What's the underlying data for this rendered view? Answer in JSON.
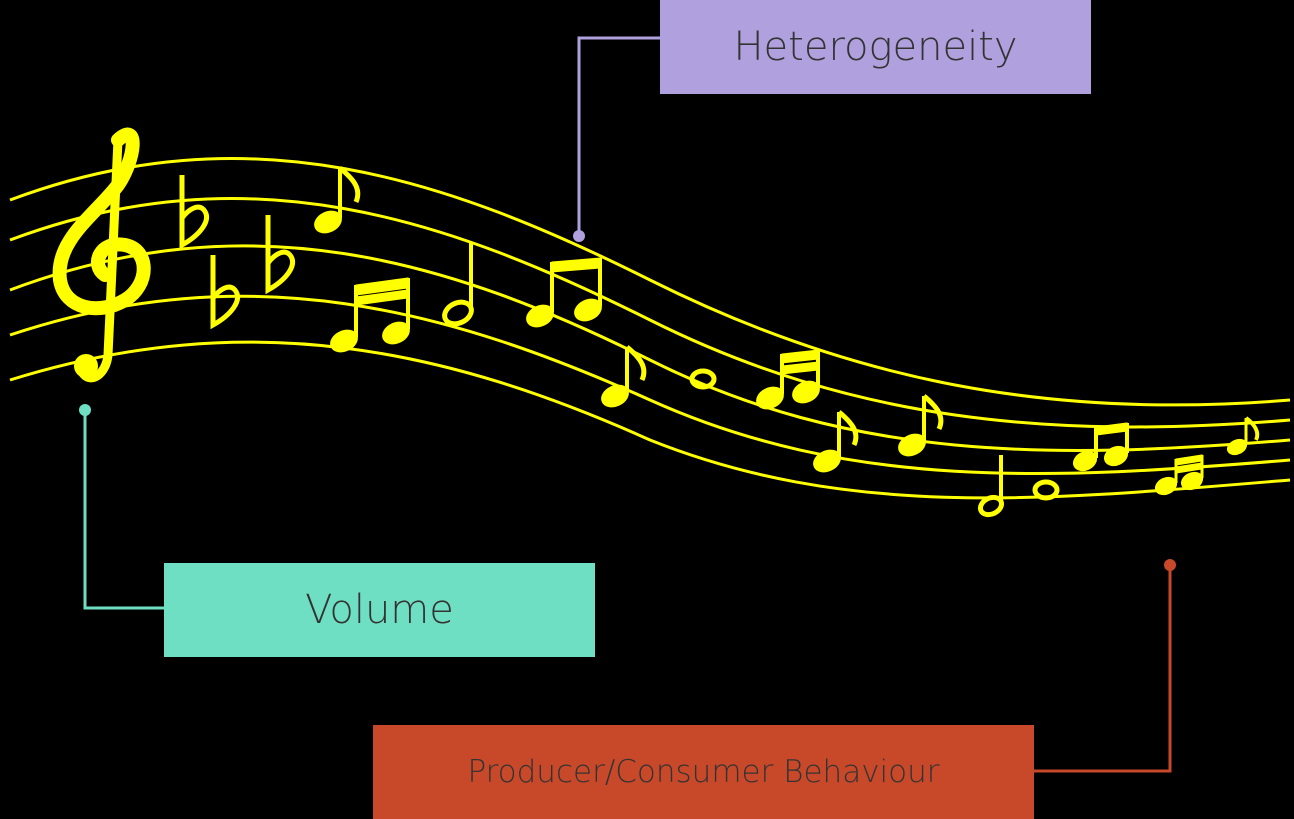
{
  "labels": {
    "volume": "Volume",
    "heterogeneity": "Heterogeneity",
    "producer_consumer": "Producer/Consumer Behaviour"
  },
  "colors": {
    "background": "#000000",
    "staff": "#ffff00",
    "volume": "#6fdfc4",
    "heterogeneity": "#b0a0de",
    "producer_consumer": "#c8492a",
    "label_text": "#333333"
  },
  "icons": {
    "clef": "treble-clef-icon",
    "flat": "flat-sign-icon",
    "notes": "music-note-icon"
  }
}
